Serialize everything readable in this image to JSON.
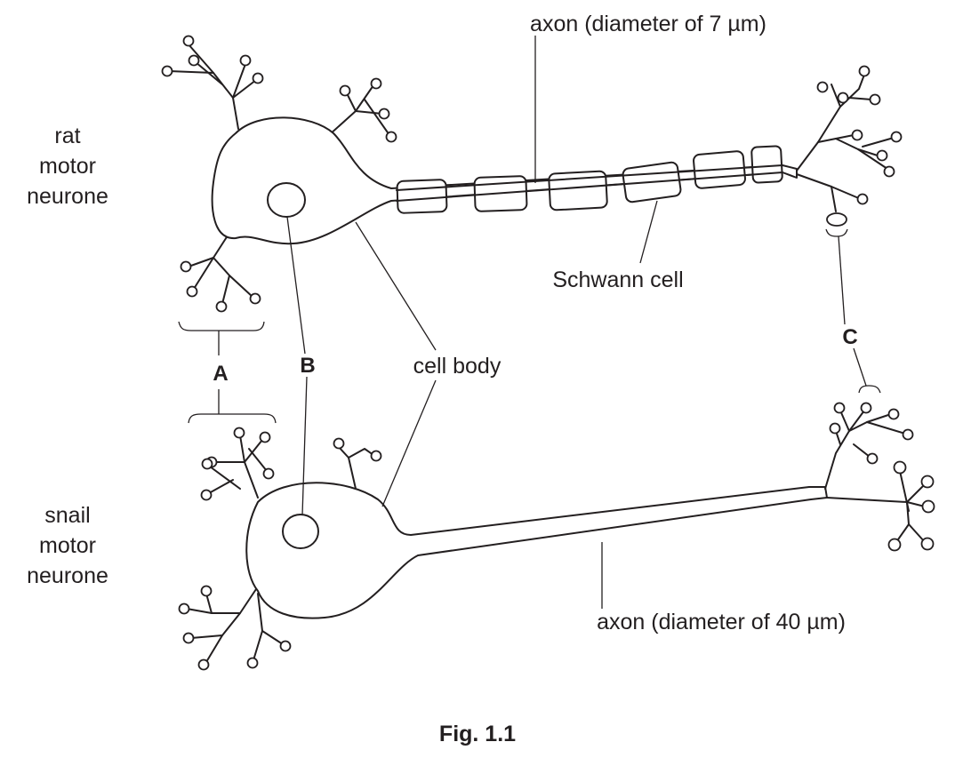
{
  "labels": {
    "rat_title": [
      "rat",
      "motor",
      "neurone"
    ],
    "snail_title": [
      "snail",
      "motor",
      "neurone"
    ],
    "axon_rat": "axon (diameter of 7 µm)",
    "axon_snail": "axon (diameter of 40 µm)",
    "schwann_cell": "Schwann cell",
    "cell_body": "cell body",
    "letter_a": "A",
    "letter_b": "B",
    "letter_c": "C"
  },
  "caption": "Fig. 1.1"
}
